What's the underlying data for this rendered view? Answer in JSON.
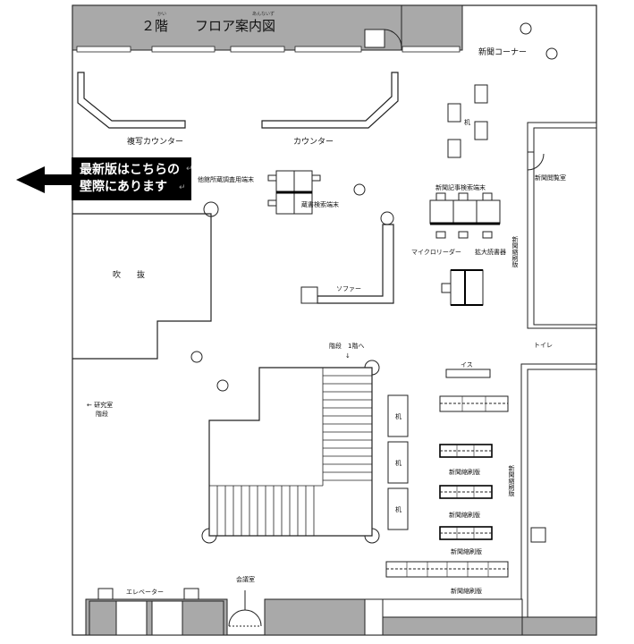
{
  "title": {
    "text": "２階　　フロア案内図",
    "ruby_kai": "かい",
    "ruby_annai": "あんないず"
  },
  "notice": {
    "line1": "最新版はこちらの",
    "line2": "壁際にあります",
    "mark1": "↵",
    "mark2": "↵"
  },
  "labels": {
    "newspaper_corner": "新聞コーナー",
    "copy_counter": "複写カウンター",
    "counter": "カウンター",
    "desk_upper": "机",
    "other_library_terminal": "他館所蔵調査用端末",
    "collection_terminal": "蔵書検索端末",
    "newspaper_reading_room": "新聞閲覧室",
    "newspaper_article_terminal": "新聞記事検索端末",
    "microreader": "マイクロリーダー",
    "magnifier": "拡大読書器",
    "newspaper_reduced_vertical_1": "新聞縮刷版",
    "atrium": "吹　　抜",
    "sofa": "ソファー",
    "toilet": "トイレ",
    "stairs_to_1f": "階段　1階へ",
    "down_arrow": "↓",
    "chair": "イス",
    "lab_stairs_line1": "← 研究室",
    "lab_stairs_line2": "階段",
    "desk": "机",
    "reduced_1": "新聞縮刷版",
    "reduced_2": "新聞縮刷版",
    "reduced_3": "新聞縮刷版",
    "reduced_4": "新聞縮刷版",
    "newspaper_reduced_vertical_2": "新聞縮刷版",
    "meeting_room": "会議室",
    "elevator": "エレベーター"
  },
  "colors": {
    "wall_fill": "#a9a9a9",
    "notice_bg": "#000000",
    "line": "#222222"
  }
}
